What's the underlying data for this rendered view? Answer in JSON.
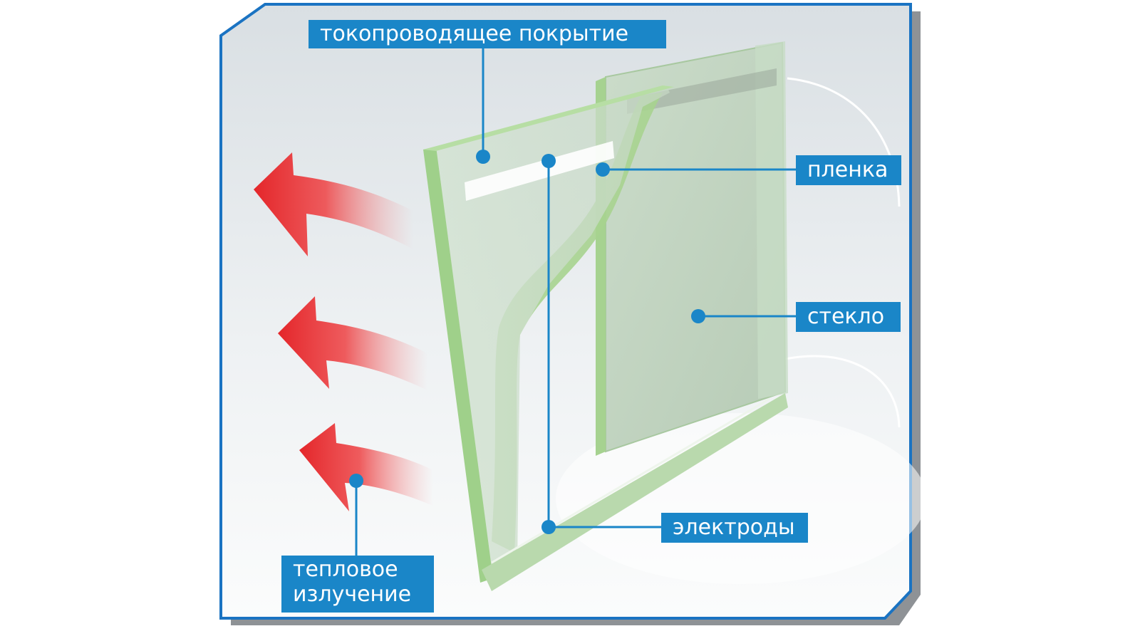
{
  "labels": {
    "coating": "токопроводящее покрытие",
    "film": "пленка",
    "glass": "стекло",
    "electrodes": "электроды",
    "heat_line1": "тепловое",
    "heat_line2": "излучение"
  },
  "colors": {
    "label_background": "#1a86c8",
    "label_text": "#ffffff",
    "frame_border": "#1a73c2",
    "frame_shadow": "#8e9296",
    "panel_background": "#e7ebee",
    "glass_edge": "#9fd08a",
    "glass_face": "#c4d6c4",
    "heat_arrow": "#e4262a"
  }
}
